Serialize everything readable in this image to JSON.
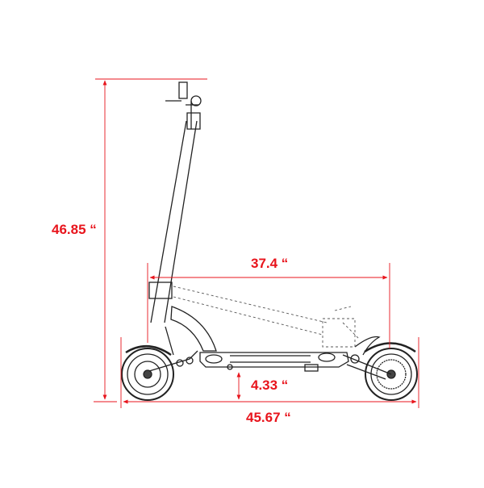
{
  "dimensions": {
    "height": "46.85 “",
    "folded_length": "37.4 “",
    "ground_clearance": "4.33 “",
    "length": "45.67 “"
  },
  "colors": {
    "dimension": "#e8141c",
    "drawing": "#222222"
  }
}
